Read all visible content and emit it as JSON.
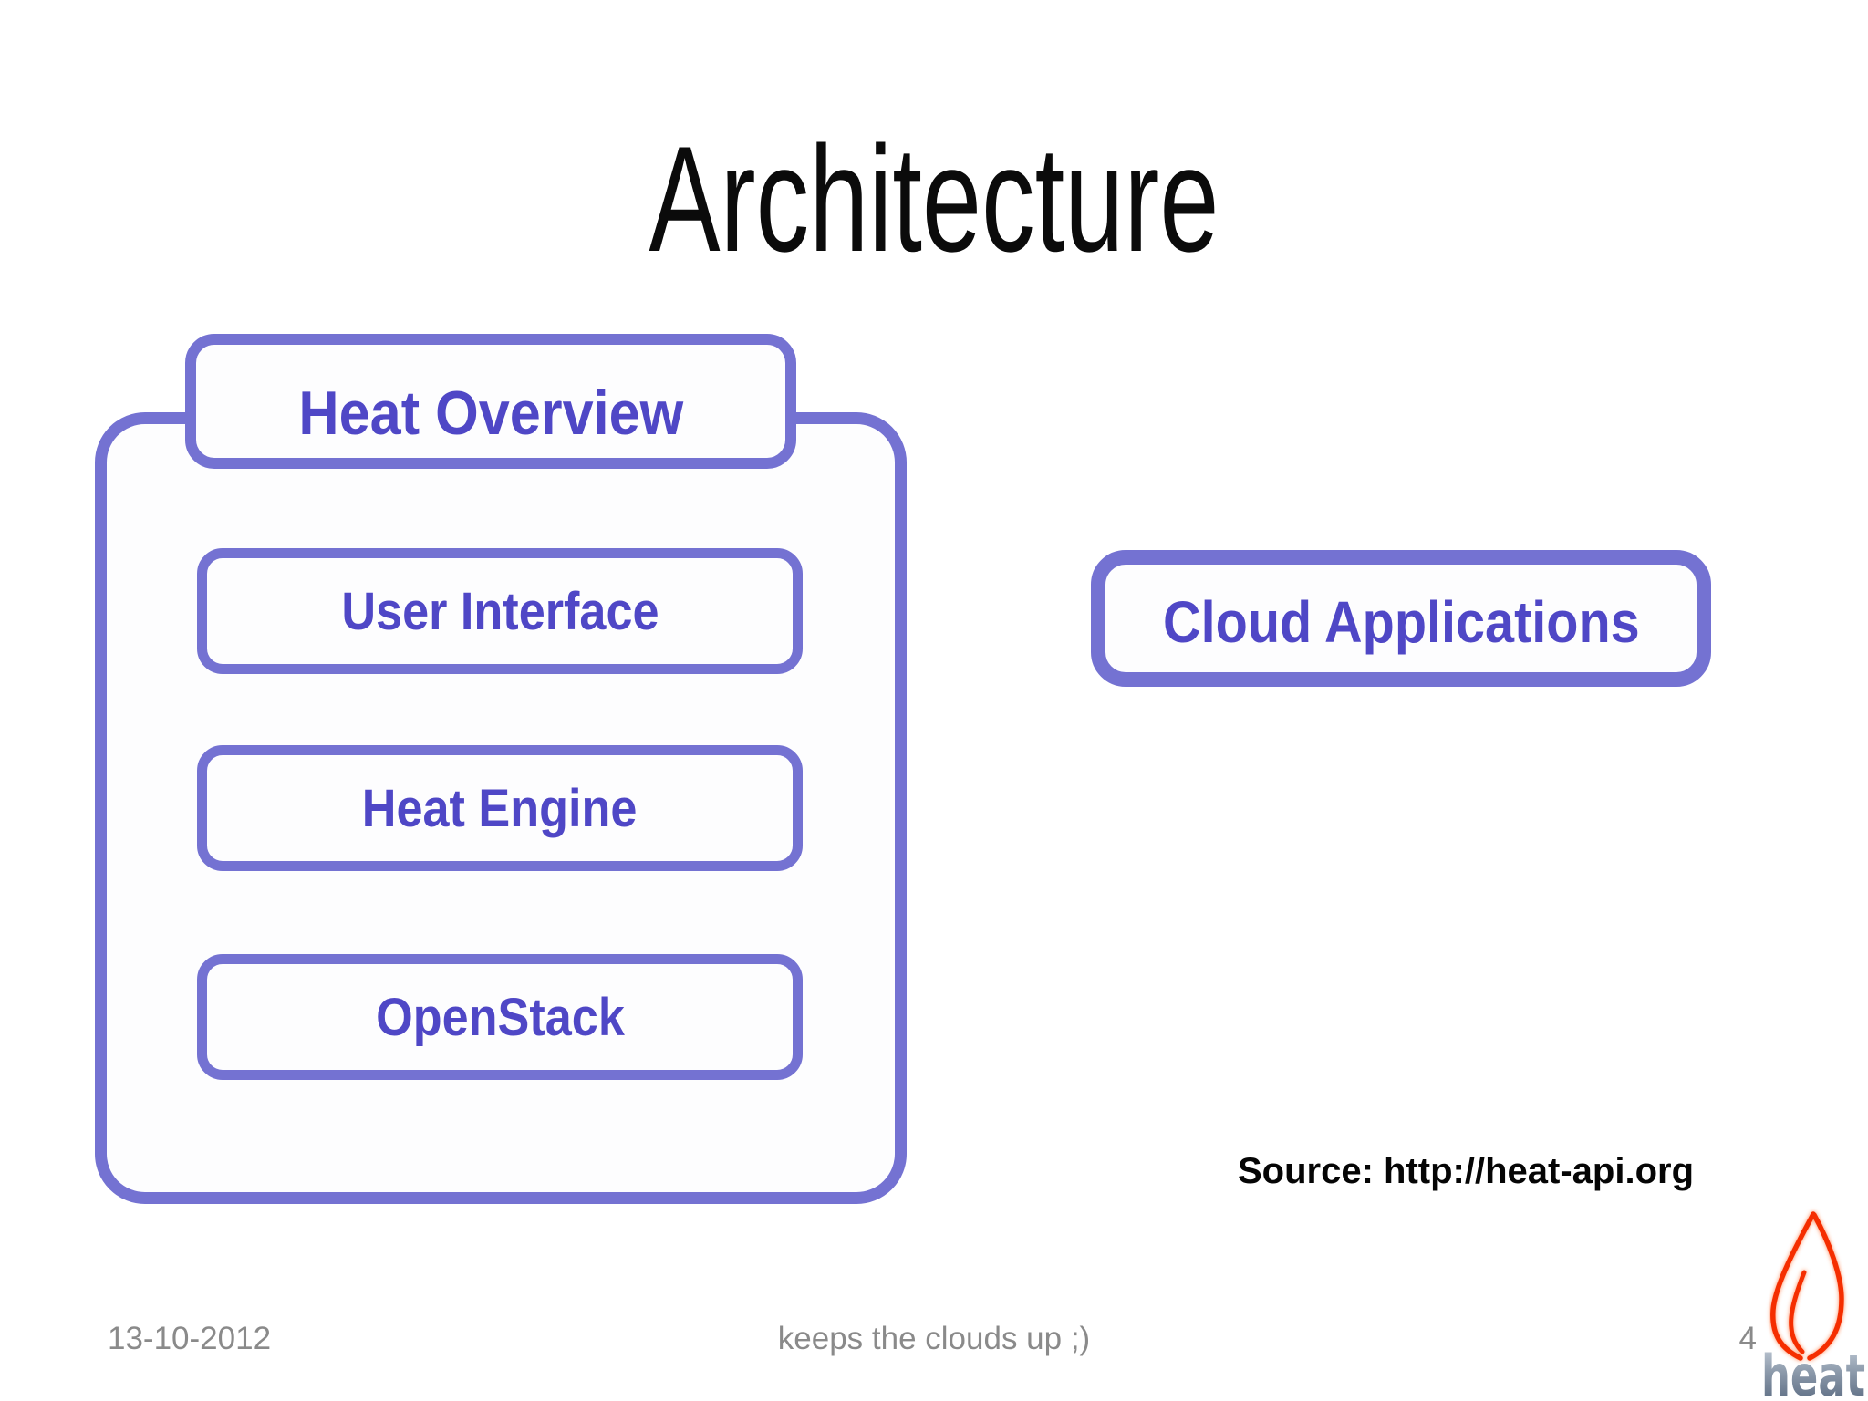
{
  "title": "Architecture",
  "diagram": {
    "tab_label": "Heat Overview",
    "stack": [
      "User Interface",
      "Heat Engine",
      "OpenStack"
    ],
    "right_box_label": "Cloud Applications"
  },
  "source_note": "Source: http://heat-api.org",
  "footer": {
    "date": "13-10-2012",
    "center": "keeps the clouds up ;)",
    "page": "4"
  },
  "logo": {
    "text": "heat"
  },
  "colors": {
    "box_border": "#7472d2",
    "box_text": "#4f47c6",
    "flame_red": "#f52d00",
    "footer_gray": "#8a8a8a"
  }
}
